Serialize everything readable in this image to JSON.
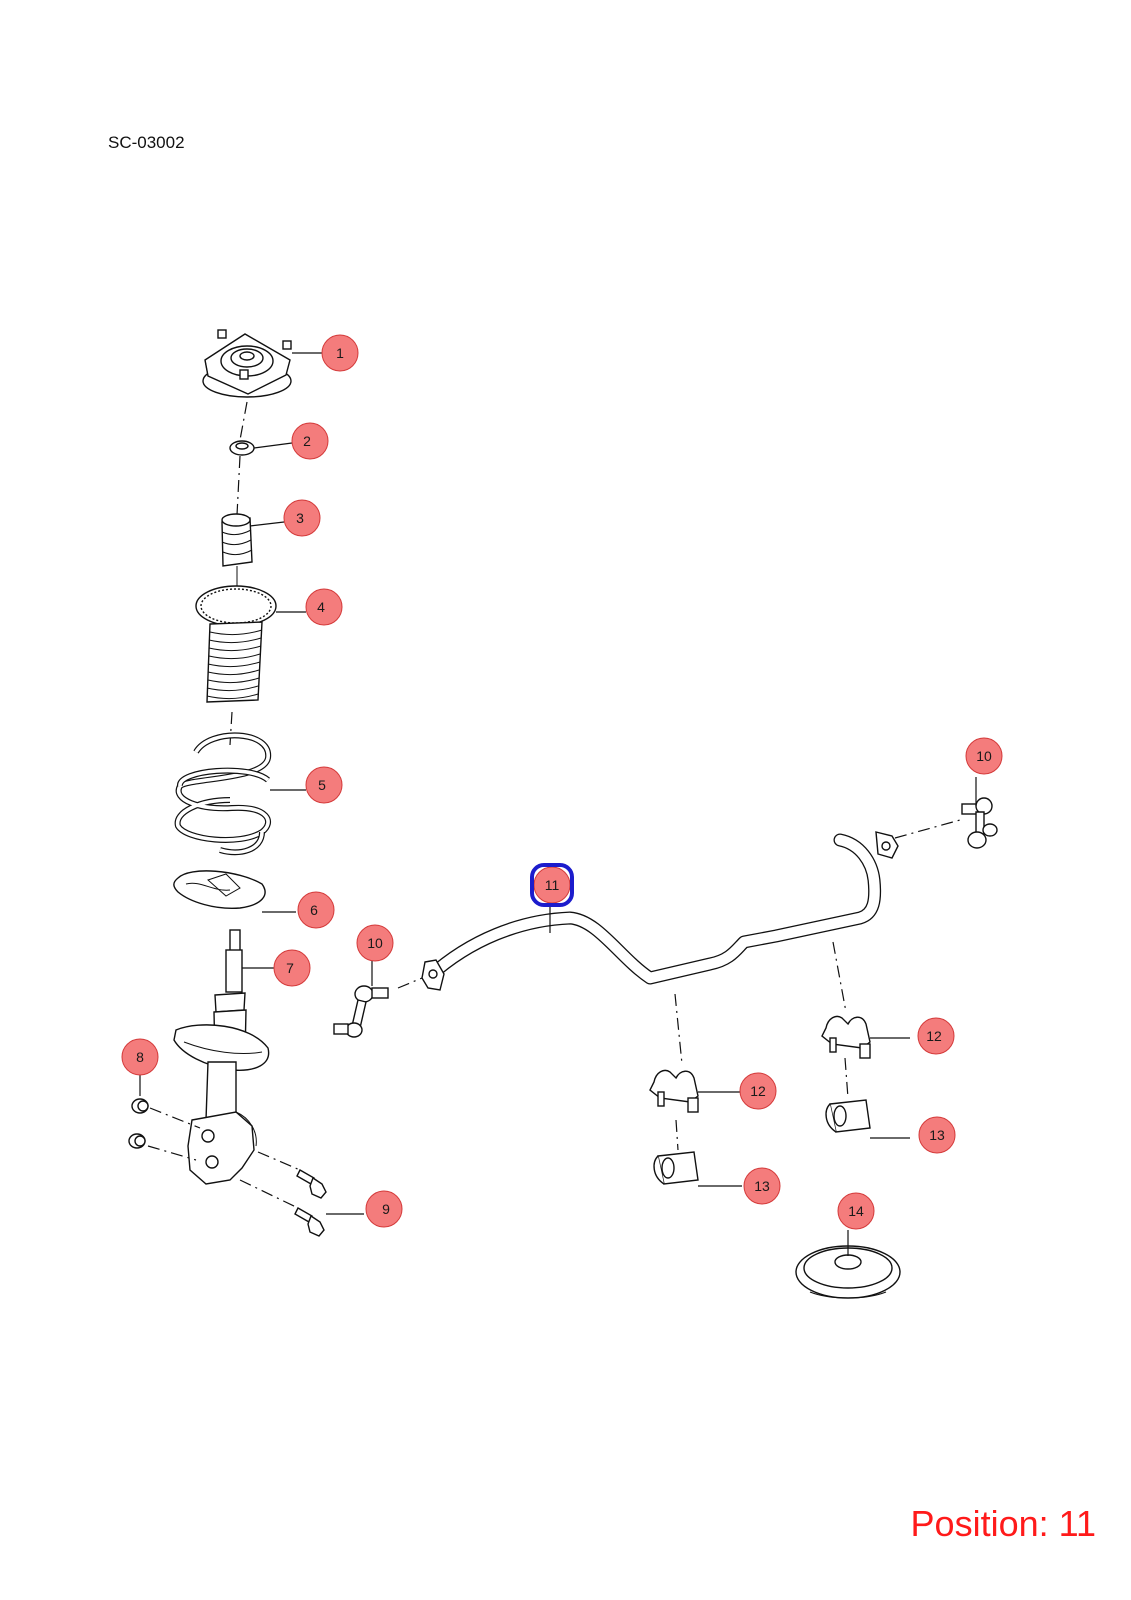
{
  "diagram": {
    "code": "SC-03002",
    "position_label": "Position: 11",
    "selected_callout": "11",
    "colors": {
      "callout_fill": "#f47c7c",
      "callout_stroke": "#d43a3a",
      "selected_stroke": "#1c1ccc",
      "position_text": "#ff1a1a",
      "line": "#111111"
    },
    "callouts": [
      {
        "id": "c1",
        "label": "1"
      },
      {
        "id": "c2",
        "label": "2"
      },
      {
        "id": "c3",
        "label": "3"
      },
      {
        "id": "c4",
        "label": "4"
      },
      {
        "id": "c5",
        "label": "5"
      },
      {
        "id": "c6",
        "label": "6"
      },
      {
        "id": "c7",
        "label": "7"
      },
      {
        "id": "c8",
        "label": "8"
      },
      {
        "id": "c9",
        "label": "9"
      },
      {
        "id": "c10a",
        "label": "10"
      },
      {
        "id": "c10b",
        "label": "10"
      },
      {
        "id": "c11",
        "label": "11"
      },
      {
        "id": "c12a",
        "label": "12"
      },
      {
        "id": "c12b",
        "label": "12"
      },
      {
        "id": "c13a",
        "label": "13"
      },
      {
        "id": "c13b",
        "label": "13"
      },
      {
        "id": "c14",
        "label": "14"
      }
    ]
  }
}
